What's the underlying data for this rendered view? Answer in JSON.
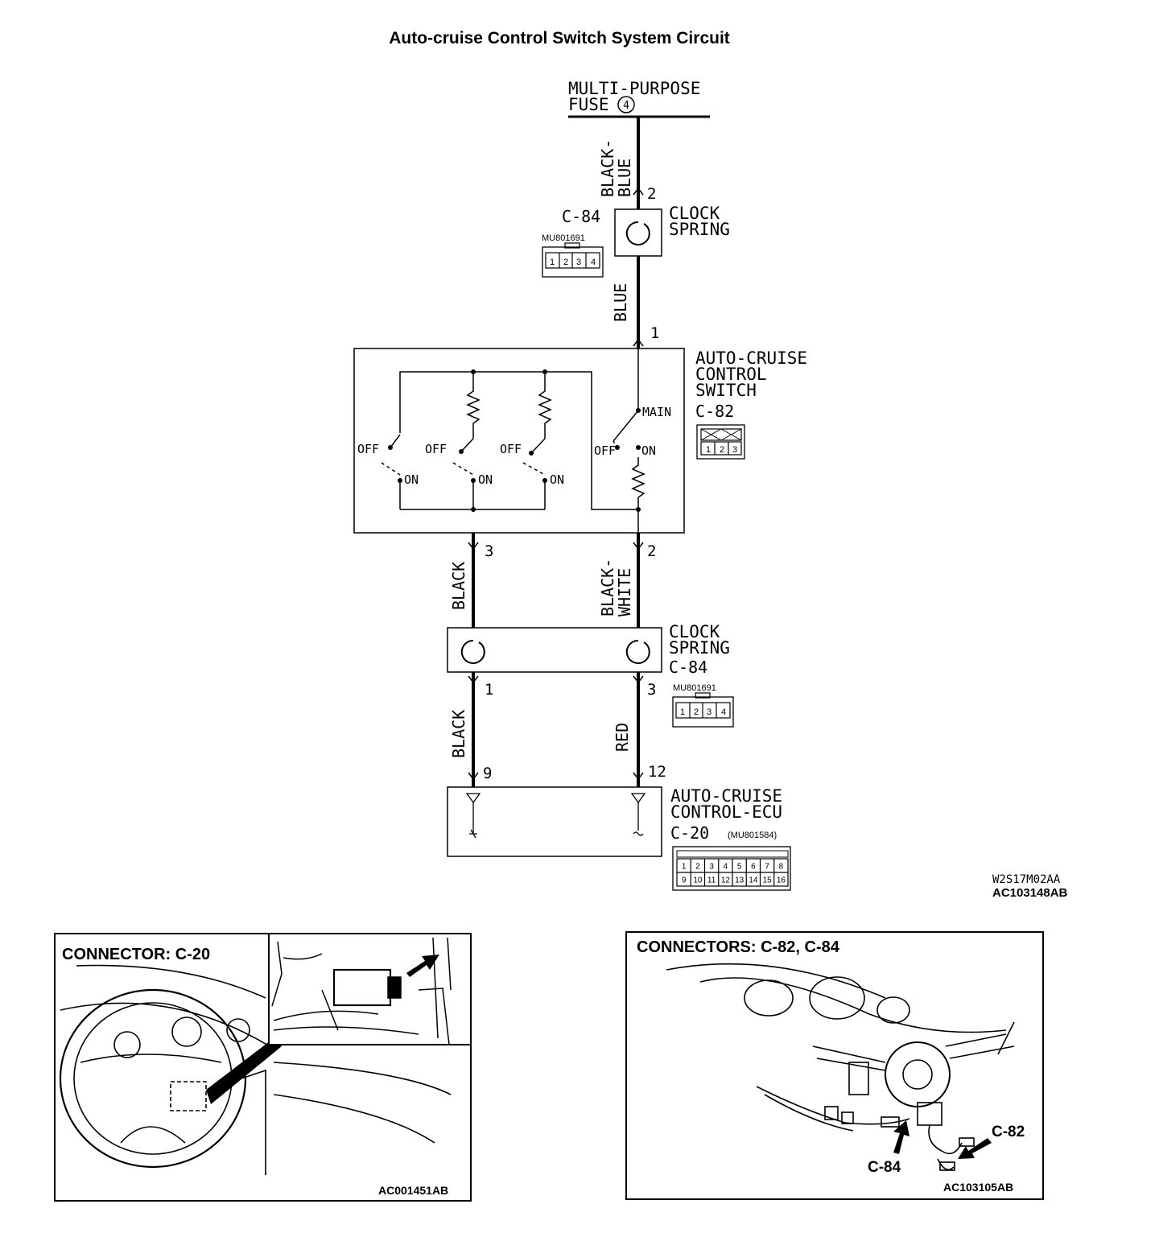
{
  "title": "Auto-cruise Control Switch System Circuit",
  "fuse": {
    "line1": "MULTI-PURPOSE",
    "line2": "FUSE",
    "number": "4"
  },
  "wires": {
    "black_blue": [
      "BLACK-",
      "BLUE"
    ],
    "blue": "BLUE",
    "black_upper": "BLACK",
    "black_white": [
      "BLACK-",
      "WHITE"
    ],
    "black_lower": "BLACK",
    "red": "RED"
  },
  "pins": {
    "fuse_to_clock": "2",
    "clock_to_switch": "1",
    "switch_left": "3",
    "switch_right": "2",
    "clock_lower_left": "1",
    "clock_lower_right": "3",
    "ecu_left": "9",
    "ecu_right": "12"
  },
  "clock_spring_top": {
    "connector": "C-84",
    "label": [
      "CLOCK",
      "SPRING"
    ],
    "part": "MU801691",
    "cells": [
      "1",
      "2",
      "3",
      "4"
    ]
  },
  "switch": {
    "label": [
      "AUTO-CRUISE",
      "CONTROL",
      "SWITCH"
    ],
    "connector": "C-82",
    "cells": [
      "1",
      "2",
      "3"
    ],
    "off": "OFF",
    "on": "ON",
    "main": "MAIN"
  },
  "clock_spring_bottom": {
    "label": [
      "CLOCK",
      "SPRING"
    ],
    "connector": "C-84",
    "part": "MU801691",
    "cells": [
      "1",
      "2",
      "3",
      "4"
    ]
  },
  "ecu": {
    "label": [
      "AUTO-CRUISE",
      "CONTROL-ECU"
    ],
    "connector": "C-20",
    "part": "(MU801584)",
    "row1": [
      "1",
      "2",
      "3",
      "4",
      "5",
      "6",
      "7",
      "8"
    ],
    "row2": [
      "9",
      "10",
      "11",
      "12",
      "13",
      "14",
      "15",
      "16"
    ]
  },
  "codes": {
    "diagram": "W2S17M02AA",
    "figure": "AC103148AB"
  },
  "panel_left": {
    "heading": "CONNECTOR: C-20",
    "code": "AC001451AB"
  },
  "panel_right": {
    "heading": "CONNECTORS: C-82, C-84",
    "callout_c84": "C-84",
    "callout_c82": "C-82",
    "code": "AC103105AB"
  }
}
